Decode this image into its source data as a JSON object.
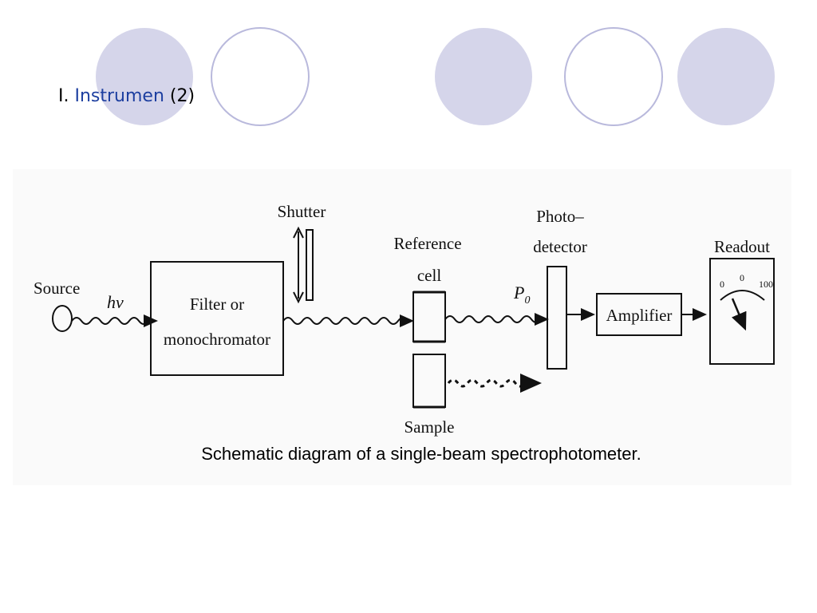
{
  "slide": {
    "title_prefix": "I.",
    "title_keyword": "Instrumen",
    "title_suffix": "(2)",
    "accent_color": "#1d3fa0",
    "circle_fill": "#d5d5ea",
    "circle_stroke": "#b9b9dc"
  },
  "figure": {
    "labels": {
      "source": "Source",
      "hv": "hν",
      "filter_line1": "Filter or",
      "filter_line2": "monochromator",
      "shutter": "Shutter",
      "reference_line1": "Reference",
      "reference_line2": "cell",
      "p0": "P",
      "p0_sub": "0",
      "photo_line1": "Photo–",
      "photo_line2": "detector",
      "amplifier": "Amplifier",
      "readout": "Readout",
      "scale_0": "0",
      "scale_mid": "0",
      "scale_100": "100",
      "sample": "Sample"
    },
    "caption": "Schematic diagram of a single-beam  spectrophotometer."
  }
}
